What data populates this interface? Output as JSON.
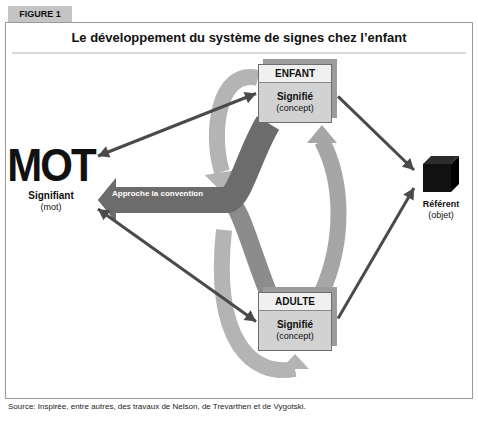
{
  "diagram": {
    "title": "Le développement du système de signes chez l’enfant",
    "caption": "Source: Inspirée, entre autres, des travaux de Nelson, de Trevarthen et de Vygotski.",
    "nodes": [
      {
        "text": [
          "MOT",
          "Signifiant",
          "(mot)"
        ]
      },
      {
        "text": [
          "ENFANT",
          "Signifié",
          "(concept)"
        ]
      },
      {
        "text": [
          "ADULTE",
          "Signifié",
          "(concept)"
        ]
      },
      {
        "text": [
          "Référent",
          "(objet)"
        ]
      }
    ],
    "edges": [
      {
        "from": 2,
        "to": 0,
        "arrow": "to"
      },
      {
        "from": 1,
        "to": 0,
        "arrow": "to",
        "label": "Approche la convention"
      },
      {
        "from": 0,
        "to": 1,
        "arrow": "both"
      },
      {
        "from": 0,
        "to": 2,
        "arrow": "both"
      },
      {
        "from": 1,
        "to": 3,
        "arrow": "to"
      },
      {
        "from": 2,
        "to": 3,
        "arrow": "to"
      },
      {
        "from": 1,
        "to": 2,
        "arrow": "to"
      },
      {
        "from": 2,
        "to": 1,
        "arrow": "to"
      }
    ],
    "labels": [
      "FIGURE 1"
    ]
  }
}
